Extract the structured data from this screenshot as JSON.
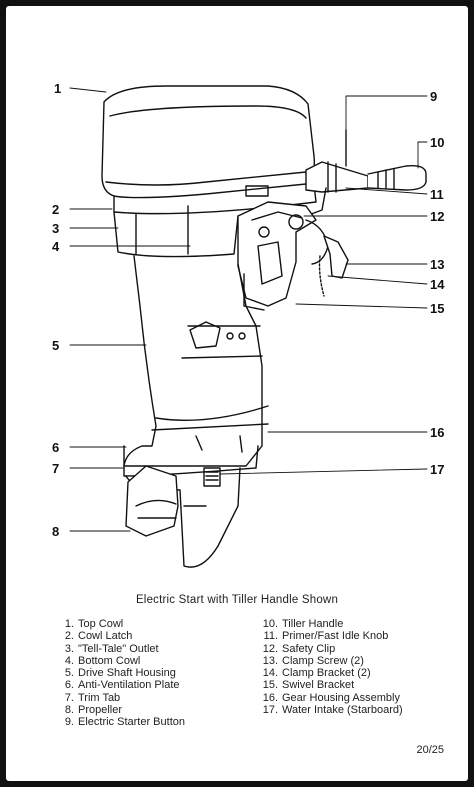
{
  "figure": {
    "caption": "Electric Start with Tiller Handle Shown",
    "callouts": [
      "1",
      "2",
      "3",
      "4",
      "5",
      "6",
      "7",
      "8",
      "9",
      "10",
      "11",
      "12",
      "13",
      "14",
      "15",
      "16",
      "17"
    ]
  },
  "legend": {
    "left": [
      {
        "n": "1.",
        "label": "Top Cowl"
      },
      {
        "n": "2.",
        "label": "Cowl Latch"
      },
      {
        "n": "3.",
        "label": "\"Tell-Tale\" Outlet"
      },
      {
        "n": "4.",
        "label": "Bottom Cowl"
      },
      {
        "n": "5.",
        "label": "Drive Shaft Housing"
      },
      {
        "n": "6.",
        "label": "Anti-Ventilation Plate"
      },
      {
        "n": "7.",
        "label": "Trim Tab"
      },
      {
        "n": "8.",
        "label": "Propeller"
      },
      {
        "n": "9.",
        "label": "Electric Starter Button"
      }
    ],
    "right": [
      {
        "n": "10.",
        "label": "Tiller Handle"
      },
      {
        "n": "11.",
        "label": "Primer/Fast Idle Knob"
      },
      {
        "n": "12.",
        "label": "Safety Clip"
      },
      {
        "n": "13.",
        "label": "Clamp Screw (2)"
      },
      {
        "n": "14.",
        "label": "Clamp Bracket (2)"
      },
      {
        "n": "15.",
        "label": "Swivel Bracket"
      },
      {
        "n": "16.",
        "label": "Gear Housing Assembly"
      },
      {
        "n": "17.",
        "label": "Water Intake (Starboard)"
      }
    ]
  },
  "page_indicator": "20/25"
}
